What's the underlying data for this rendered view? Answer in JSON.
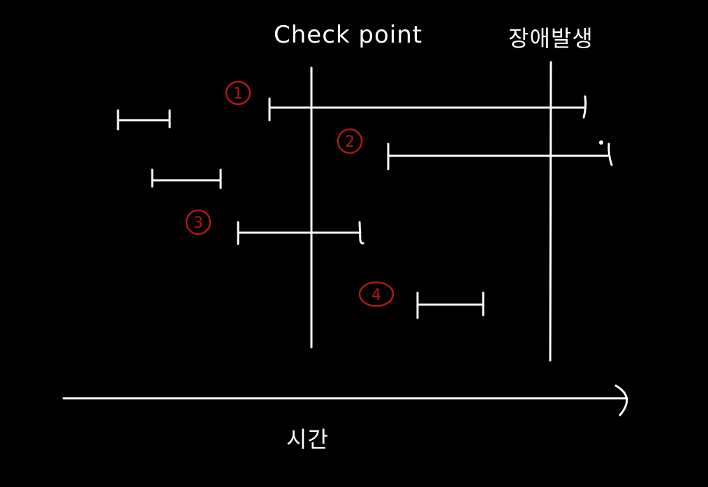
{
  "labels": {
    "checkpoint": "Check point",
    "failure": "장애발생",
    "time_axis": "시간"
  },
  "transactions": [
    {
      "marker": "1"
    },
    {
      "marker": "2"
    },
    {
      "marker": "3"
    },
    {
      "marker": "4"
    }
  ],
  "colors": {
    "background": "#000000",
    "line": "#ffffff",
    "marker": "#b01818"
  }
}
